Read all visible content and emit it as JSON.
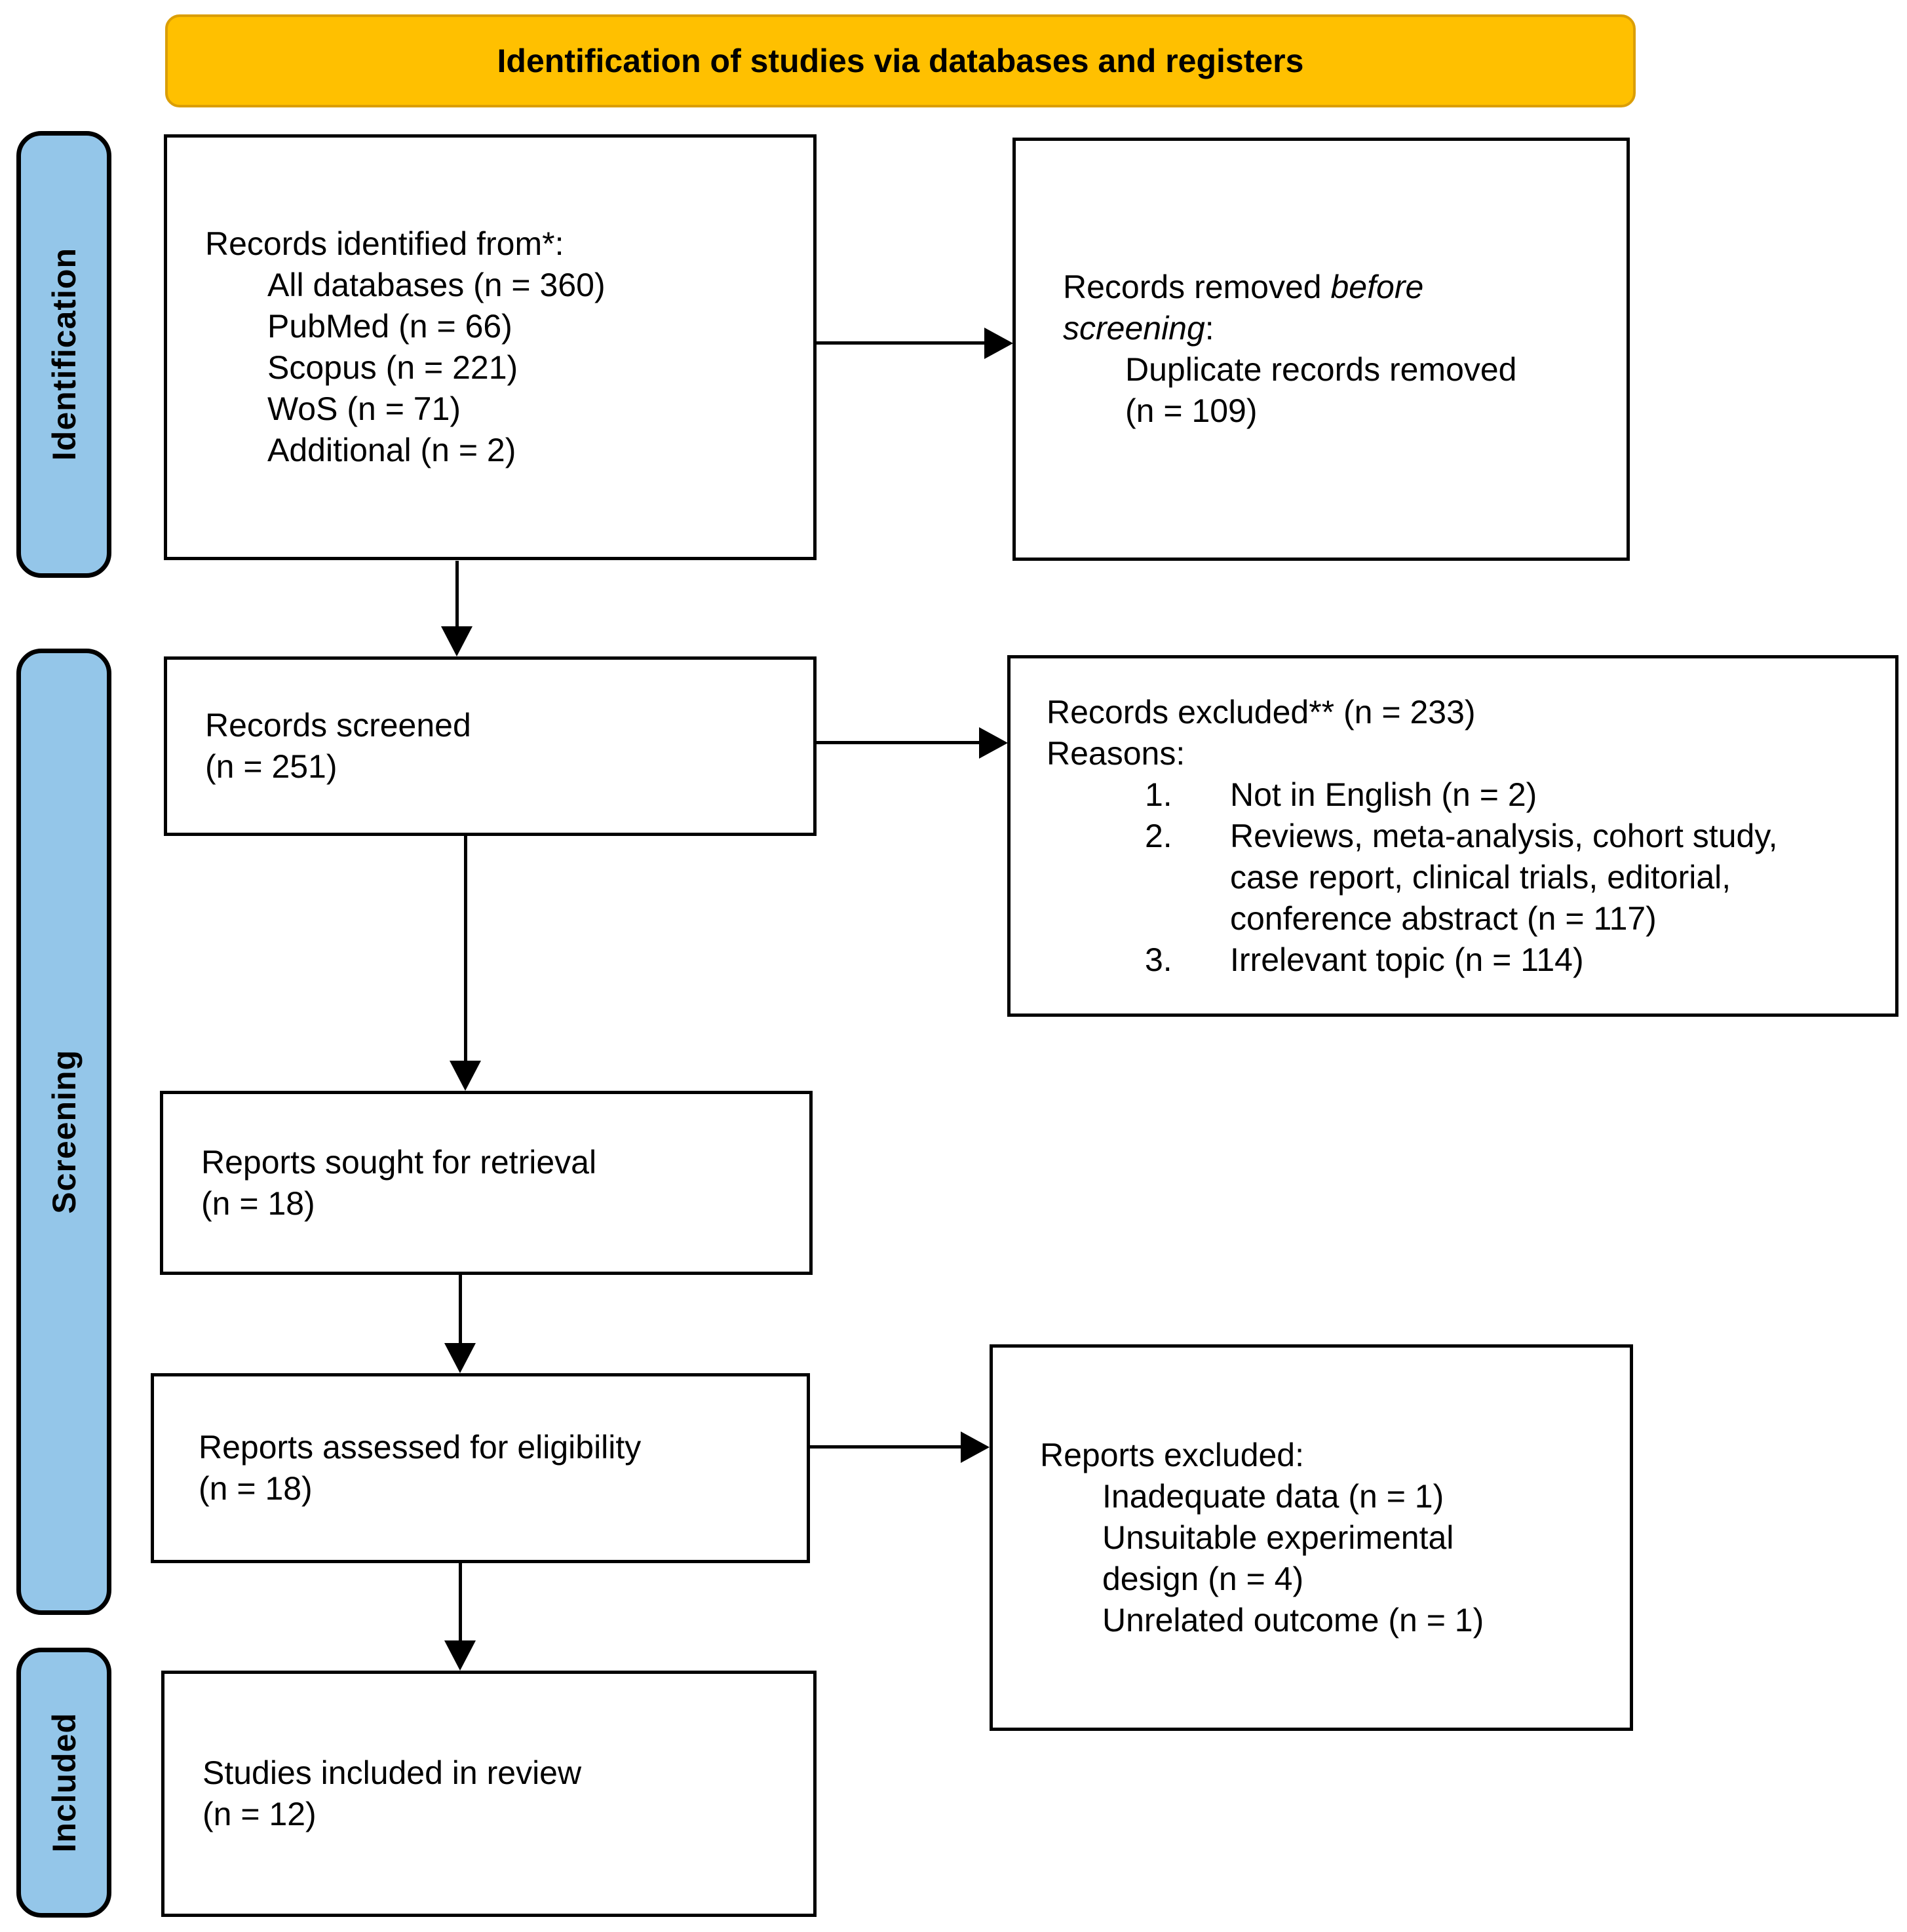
{
  "banner": {
    "label": "Identification of studies via databases and registers"
  },
  "stages": {
    "identification": "Identification",
    "screening": "Screening",
    "included": "Included"
  },
  "boxes": {
    "records_identified": {
      "title": "Records identified from*:",
      "items": [
        "All databases (n = 360)",
        "PubMed (n = 66)",
        "Scopus (n = 221)",
        "WoS (n = 71)",
        "Additional (n = 2)"
      ]
    },
    "records_removed": {
      "title_prefix": "Records removed ",
      "title_italic": "before\nscreening",
      "title_suffix": ":",
      "items": [
        "Duplicate records removed\n(n = 109)"
      ]
    },
    "records_screened": {
      "text": "Records screened\n(n = 251)"
    },
    "records_excluded": {
      "title": "Records excluded** (n = 233)",
      "subtitle": "Reasons:",
      "reasons": [
        "Not in English (n = 2)",
        "Reviews, meta-analysis, cohort study,\ncase report, clinical trials, editorial,\nconference abstract (n = 117)",
        "Irrelevant topic (n = 114)"
      ]
    },
    "reports_sought": {
      "text": "Reports sought for retrieval\n(n = 18)"
    },
    "reports_assessed": {
      "text": "Reports assessed for eligibility\n(n = 18)"
    },
    "reports_excluded": {
      "title": "Reports excluded:",
      "items": [
        "Inadequate data (n = 1)",
        "Unsuitable experimental\ndesign (n = 4)",
        "Unrelated outcome (n = 1)"
      ]
    },
    "studies_included": {
      "text": "Studies included in review\n(n = 12)"
    }
  },
  "colors": {
    "banner_fill": "#FFC000",
    "banner_border": "#DB9E06",
    "stage_fill": "#94C6E9",
    "box_border": "#000000",
    "text": "#000000"
  }
}
